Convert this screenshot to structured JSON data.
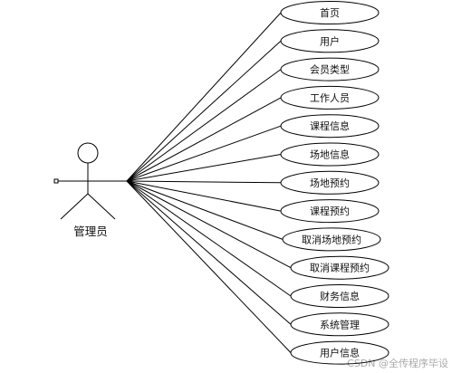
{
  "diagram": {
    "type": "uml-use-case",
    "actor": {
      "label": "管理员"
    },
    "use_cases": [
      "首页",
      "用户",
      "会员类型",
      "工作人员",
      "课程信息",
      "场地信息",
      "场地预约",
      "课程预约",
      "取消场地预约",
      "取消课程预约",
      "财务信息",
      "系统管理",
      "用户信息"
    ],
    "colors": {
      "stroke": "#000000",
      "text": "#111111",
      "background": "#ffffff"
    }
  },
  "watermark": "CSDN @全传程序毕设"
}
